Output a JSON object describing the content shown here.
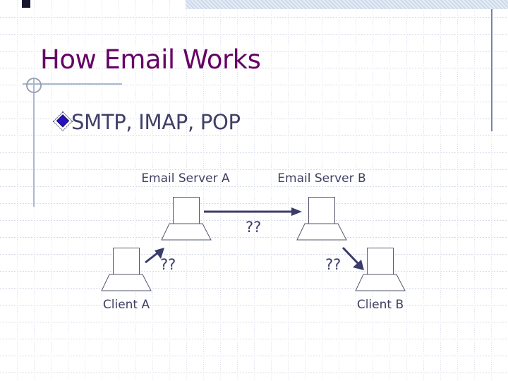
{
  "slide": {
    "title": "How Email Works",
    "bullet_text": "SMTP, IMAP, POP"
  },
  "diagram": {
    "nodes": {
      "server_a": "Email Server A",
      "server_b": "Email Server B",
      "client_a": "Client A",
      "client_b": "Client B"
    },
    "edge_labels": {
      "server_a_to_server_b": "??",
      "client_a_to_server_a": "??",
      "server_b_to_client_b": "??"
    }
  },
  "colors": {
    "title_text": "#660366",
    "body_text": "#3f3f68",
    "arrow": "#3c3c6b",
    "bullet_fill": "#2a0fc0",
    "grid_line": "#d7dbe6",
    "header_band": "#ccd9ea",
    "accent_line": "#7285a8"
  }
}
